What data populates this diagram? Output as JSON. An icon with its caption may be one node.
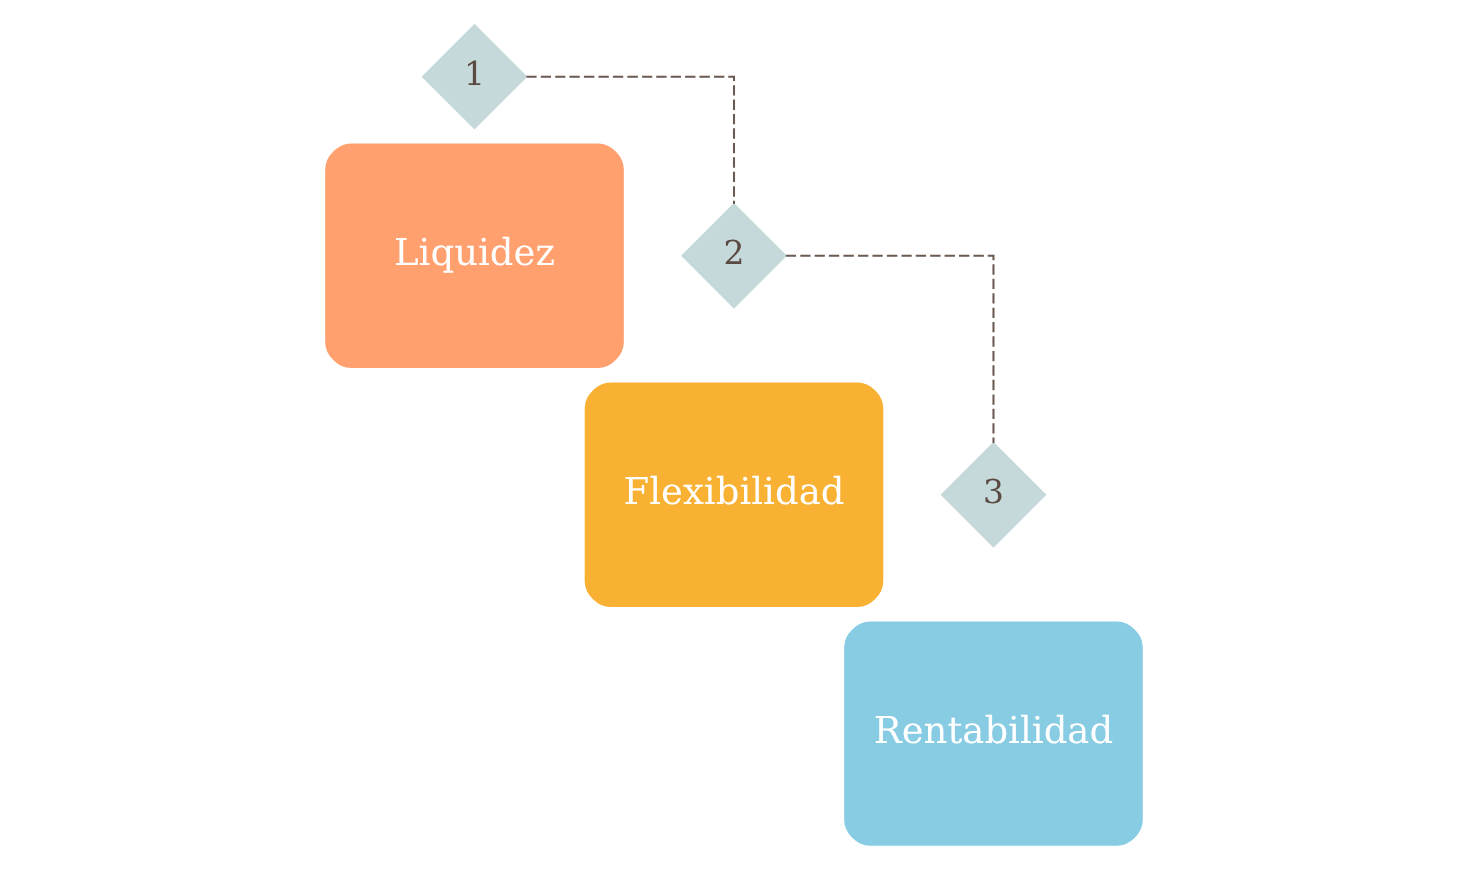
{
  "diagram": {
    "nodes": [
      {
        "text": [
          "1"
        ]
      },
      {
        "text": [
          "Liquidez"
        ]
      },
      {
        "text": [
          "2"
        ]
      },
      {
        "text": [
          "Flexibilidad"
        ]
      },
      {
        "text": [
          "3"
        ]
      },
      {
        "text": [
          "Rentabilidad"
        ]
      }
    ],
    "edges": [
      {
        "from": 0,
        "to": 2,
        "arrow": "none",
        "style": "dashed"
      },
      {
        "from": 2,
        "to": 4,
        "arrow": "none",
        "style": "dashed"
      }
    ]
  }
}
